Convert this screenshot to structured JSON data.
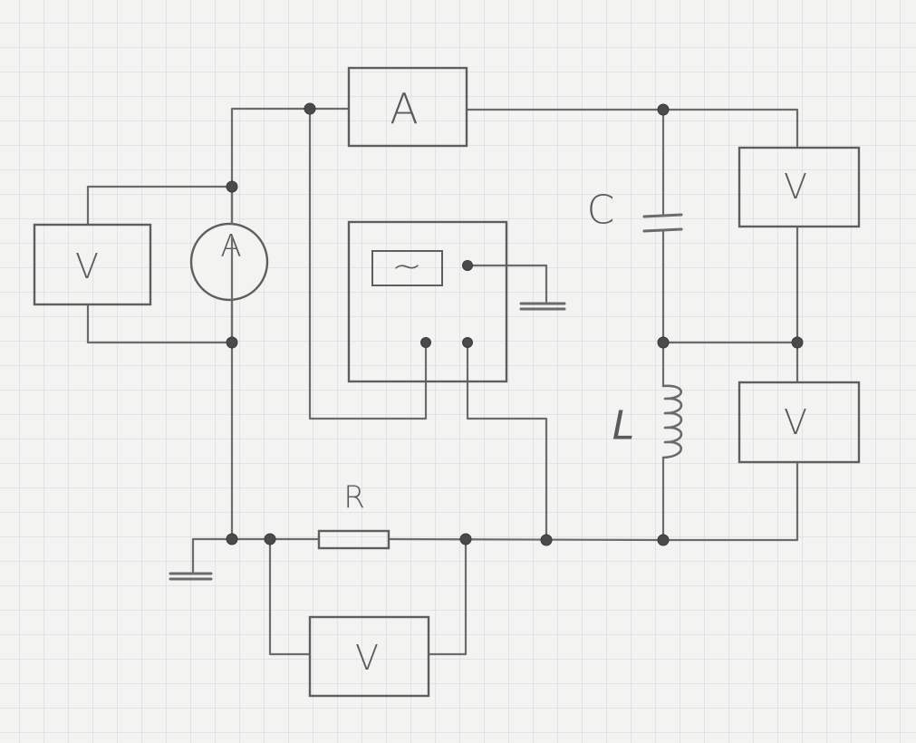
{
  "colors": {
    "paper": "#f3f3f1",
    "pencil": "#5e5e5e"
  },
  "components": {
    "ammeter_label": "A",
    "voltmeter_source_label": "V",
    "voltmeter_capacitor_label": "V",
    "voltmeter_inductor_label": "V",
    "voltmeter_resistor_label": "V",
    "capacitor_label": "C",
    "inductor_label": "L",
    "resistor_label": "R",
    "oscilloscope_screen_symbol": "~",
    "current_source_symbol": "A"
  }
}
